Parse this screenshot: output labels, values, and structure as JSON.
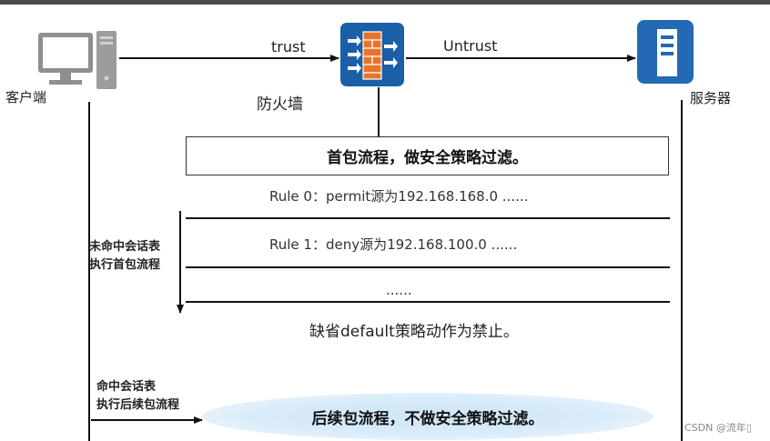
{
  "nodes": {
    "client_label": "客户端",
    "firewall_label": "防火墙",
    "server_label": "服务器"
  },
  "zones": {
    "trust": "trust",
    "untrust": "Untrust"
  },
  "first_packet_box": "首包流程，做安全策略过滤。",
  "rules": {
    "rule0": "Rule 0：permit源为192.168.168.0 ......",
    "rule1": "Rule 1：deny源为192.168.100.0   ......",
    "ellipsis": "......",
    "default_action": "缺省default策略动作为禁止。"
  },
  "session_miss": {
    "line1": "未命中会话表",
    "line2": "执行首包流程"
  },
  "session_hit": {
    "line1": "命中会话表",
    "line2": "执行后续包流程"
  },
  "subsequent_packet": "后续包流程，不做安全策略过滤。",
  "watermark": "CSDN @流年▯",
  "colors": {
    "firewall_blue": "#1a5fa8",
    "server_blue": "#2369b3",
    "brick_orange": "#e8742a",
    "pc_gray": "#9a9a9a",
    "ellipse_blue": "#d9ecf9"
  }
}
